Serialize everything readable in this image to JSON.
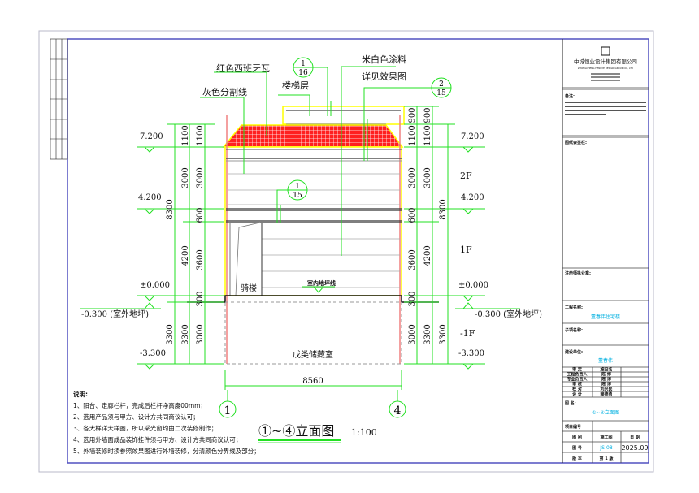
{
  "drawing": {
    "title": "①~④立面图",
    "scale": "1:100",
    "colors": {
      "grid": "#22e022",
      "frame": "#5050c0",
      "tile": "#ff2020",
      "outline": "#ffff00",
      "wall": "#f08080"
    },
    "callouts": {
      "tile": "红色西班牙瓦",
      "divider": "灰色分割线",
      "stair": "楼梯层",
      "paint1": "米白色涂料",
      "paint2": "详见效果图",
      "arcade": "骑楼",
      "floor_line": "室内地坪线",
      "basement": "戊类储藏室"
    },
    "details": [
      {
        "top": "1",
        "bottom": "16"
      },
      {
        "top": "2",
        "bottom": "15"
      },
      {
        "top": "1",
        "bottom": "15"
      }
    ],
    "elevations": {
      "e7200": "7.200",
      "e4200": "4.200",
      "e0": "±0.000",
      "em300": "-0.300 (室外地坪)",
      "em3300": "-3.300"
    },
    "floors": [
      "2F",
      "1F",
      "-1F"
    ],
    "dims": {
      "d900": "900",
      "d1100": "1100",
      "d3000": "3000",
      "d600": "600",
      "d3600": "3600",
      "d300": "300",
      "d4200": "4200",
      "d3300": "3300",
      "d8300": "8300",
      "width": "8560"
    },
    "axes": [
      "1",
      "4"
    ]
  },
  "notes": {
    "heading": "说明:",
    "items": [
      "1、阳台、走廊栏杆，完成后栏杆净高度00mm；",
      "2、选用产品须与甲方、设计方共同商议认可；",
      "3、各大样详大样图，所以采光窗均由二次装修制作；",
      "4、选用外墙面成品装饰挂件须与甲方、设计方共同商议认可；",
      "5、外墙装修时须参照效果图进行外墙装修，分清颜色分界线及部分；"
    ]
  },
  "title_block": {
    "company": "中城恒业设计集团有限公司",
    "company_en": "ZHONGCHENG HENGYE DESIGN GROUP CO., LTD",
    "remarks_label": "备注:",
    "countersign_label": "图纸会签栏:",
    "seal_label": "注册师执业章:",
    "project_label": "工程名称:",
    "project_name": "董春伟住宅楼",
    "subproject_label": "子项名称:",
    "client_label": "建设单位:",
    "client_name": "董春伟",
    "signatures": [
      [
        "审 定",
        "施设名",
        ""
      ],
      [
        "工程负责人",
        "陈 博",
        ""
      ],
      [
        "专业负责人",
        "陈 博",
        ""
      ],
      [
        "审 核",
        "陈 博",
        ""
      ],
      [
        "校 对",
        "刘兴民",
        ""
      ],
      [
        "设 计",
        "赖德勇",
        ""
      ]
    ],
    "drawing_name_label": "图 名:",
    "drawing_name": "①~④立面图",
    "project_no_label": "项目编号",
    "category_label": "图 别",
    "category": "施工图",
    "date_label": "日 期",
    "number_label": "图 号",
    "number": "JS-08",
    "date": "2025.09",
    "version_label": "版 本",
    "sheet": "第 1 版"
  }
}
